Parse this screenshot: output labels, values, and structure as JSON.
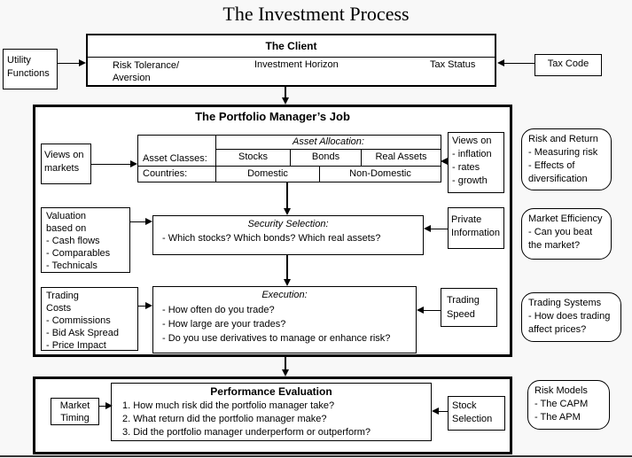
{
  "page": {
    "title": "The Investment Process"
  },
  "client": {
    "title": "The Client",
    "risk_tolerance": "Risk Tolerance/\nAversion",
    "investment_horizon": "Investment Horizon",
    "tax_status": "Tax Status"
  },
  "inputs": {
    "utility_functions": "Utility\nFunctions",
    "tax_code": "Tax Code",
    "views_on_markets": "Views on\nmarkets",
    "views_on_macro": "Views on\n- inflation\n- rates\n- growth",
    "valuation": "Valuation\nbased on\n- Cash flows\n- Comparables\n- Technicals",
    "private_information": "Private\nInformation",
    "trading_costs": "Trading\nCosts\n- Commissions\n- Bid Ask Spread\n- Price Impact",
    "trading_speed": "Trading\nSpeed",
    "market_timing": "Market\nTiming",
    "stock_selection": "Stock\nSelection"
  },
  "pm_job": {
    "title": "The Portfolio Manager’s Job",
    "asset_allocation": {
      "title": "Asset Allocation:",
      "row1_label": "Asset Classes:",
      "row2_label": "Countries:",
      "asset_classes": [
        "Stocks",
        "Bonds",
        "Real Assets"
      ],
      "countries": [
        "Domestic",
        "Non-Domestic"
      ]
    },
    "security_selection": {
      "title": "Security Selection:",
      "question": "- Which stocks? Which bonds? Which real assets?"
    },
    "execution": {
      "title": "Execution:",
      "questions": [
        "- How often do you trade?",
        "- How large are your trades?",
        "- Do you use derivatives to manage or enhance risk?"
      ]
    }
  },
  "performance": {
    "title": "Performance Evaluation",
    "questions": [
      "1. How much risk did the portfolio manager take?",
      "2. What return did the portfolio manager make?",
      "3. Did the portfolio manager underperform or outperform?"
    ]
  },
  "sidebar_notes": [
    "Risk and Return\n- Measuring risk\n- Effects of\ndiversification",
    "Market Efficiency\n- Can you beat\nthe market?",
    "Trading Systems\n- How does trading\naffect prices?",
    "Risk Models\n- The CAPM\n- The APM"
  ],
  "colors": {
    "line": "#000000",
    "box_bg": "#ffffff",
    "page_bg": "#f8f8f8"
  }
}
